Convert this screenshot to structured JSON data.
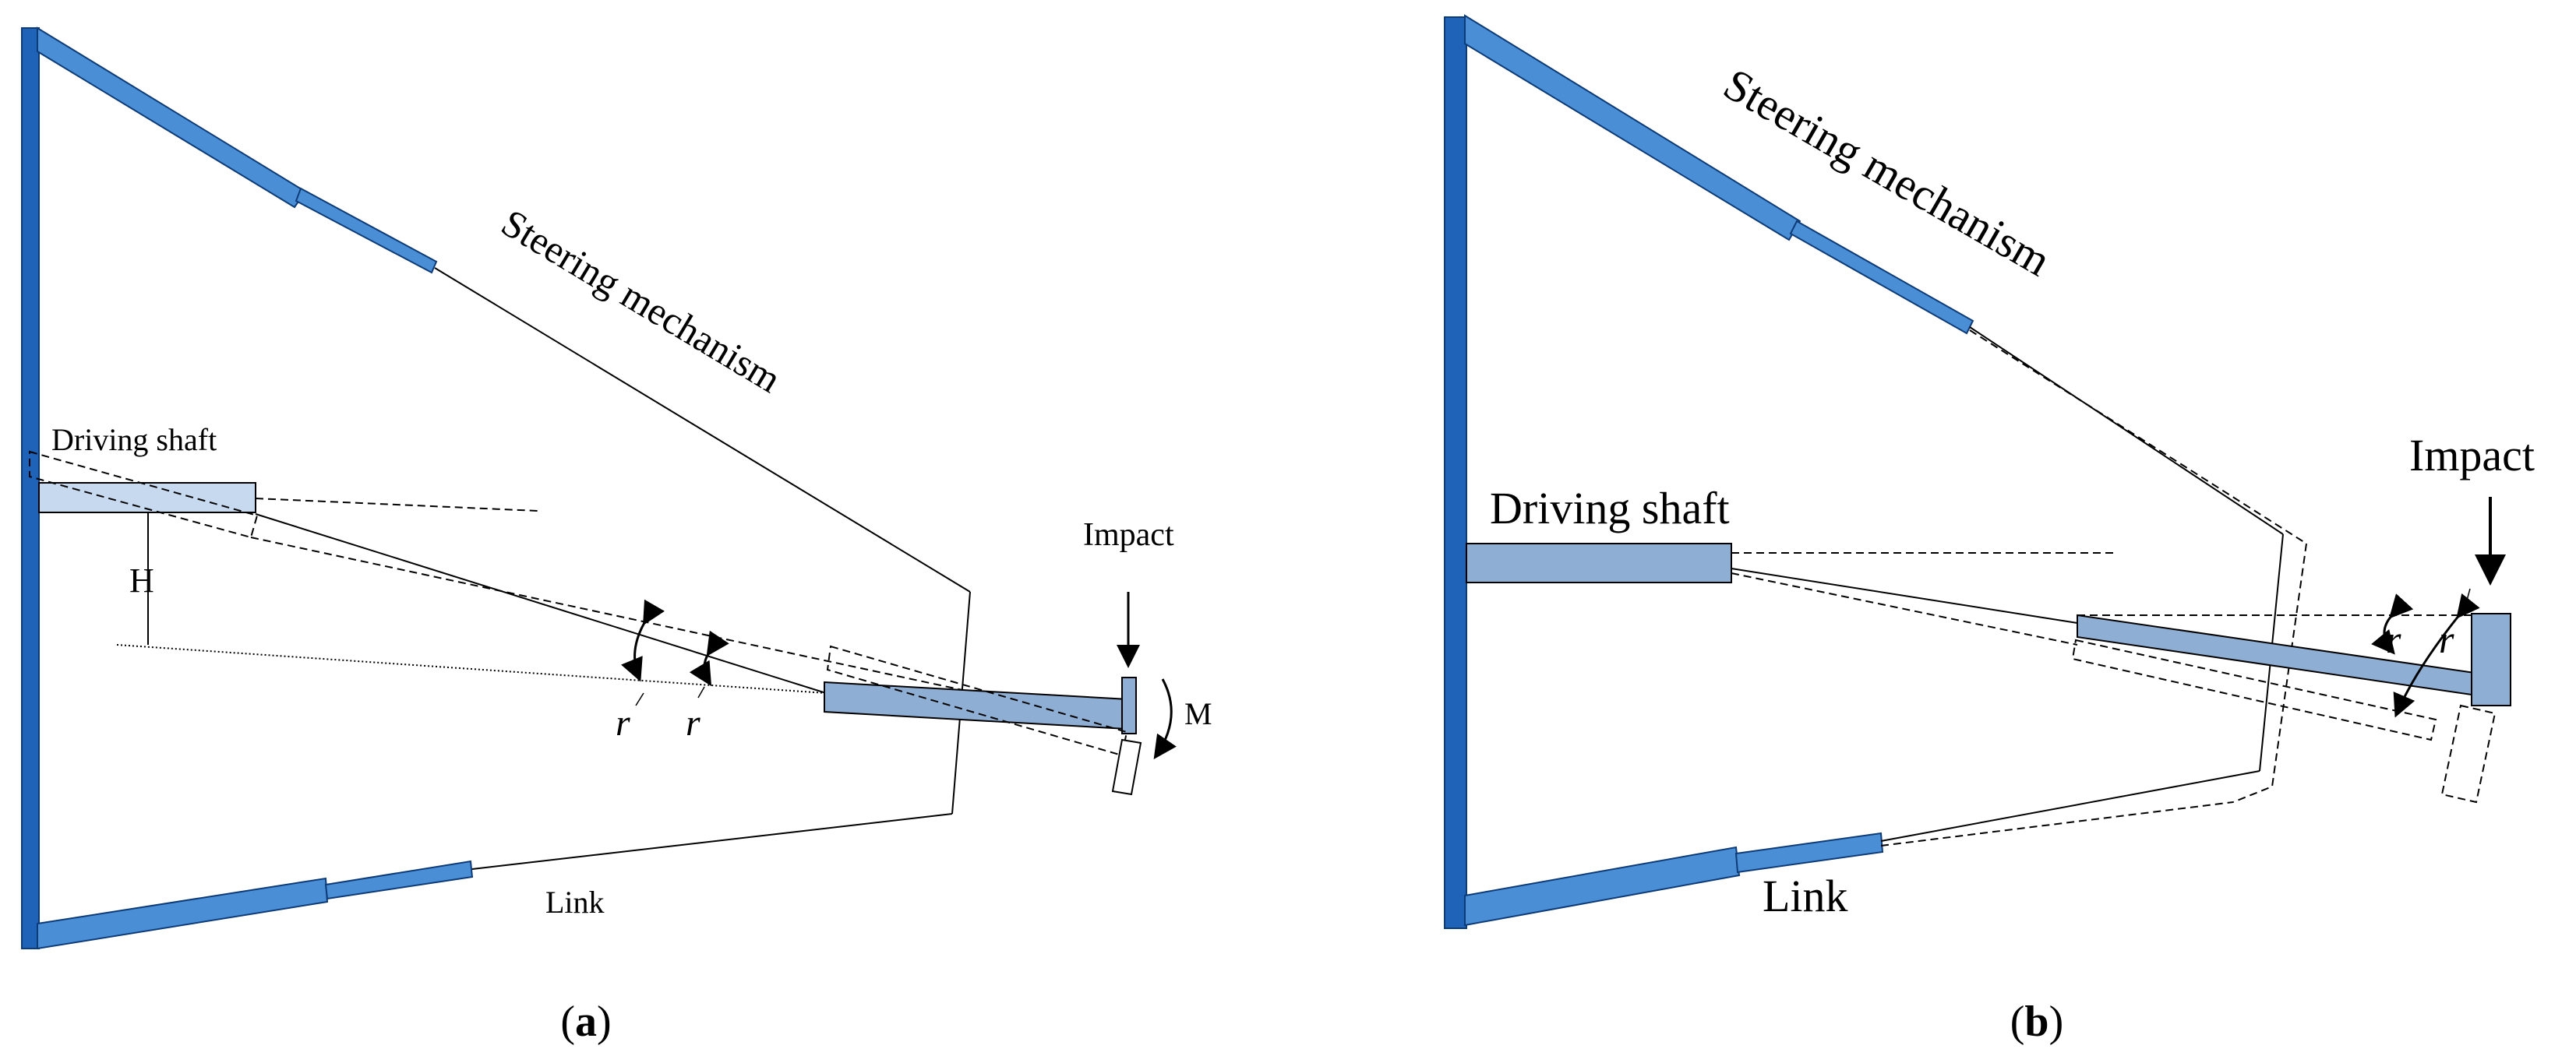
{
  "panels": {
    "a": {
      "caption_open": "(",
      "caption_letter": "a",
      "caption_close": ")",
      "labels": {
        "steering": "Steering  mechanism",
        "driving_shaft": "Driving shaft",
        "impact": "Impact",
        "link": "Link",
        "h": "H",
        "r_left": "r",
        "r_right": "r",
        "m": "M"
      }
    },
    "b": {
      "caption_open": "(",
      "caption_letter": "b",
      "caption_close": ")",
      "labels": {
        "steering": "Steering  mechanism",
        "driving_shaft": "Driving shaft",
        "impact": "Impact",
        "link": "Link",
        "r_left": "r",
        "r_right": "r"
      }
    }
  },
  "colors": {
    "frame_blue": "#1f63b8",
    "arm_blue": "#4a8fd6",
    "shaft_light": "#c6d9ee",
    "shaft_mid": "#8eaed3",
    "line": "#000000"
  }
}
